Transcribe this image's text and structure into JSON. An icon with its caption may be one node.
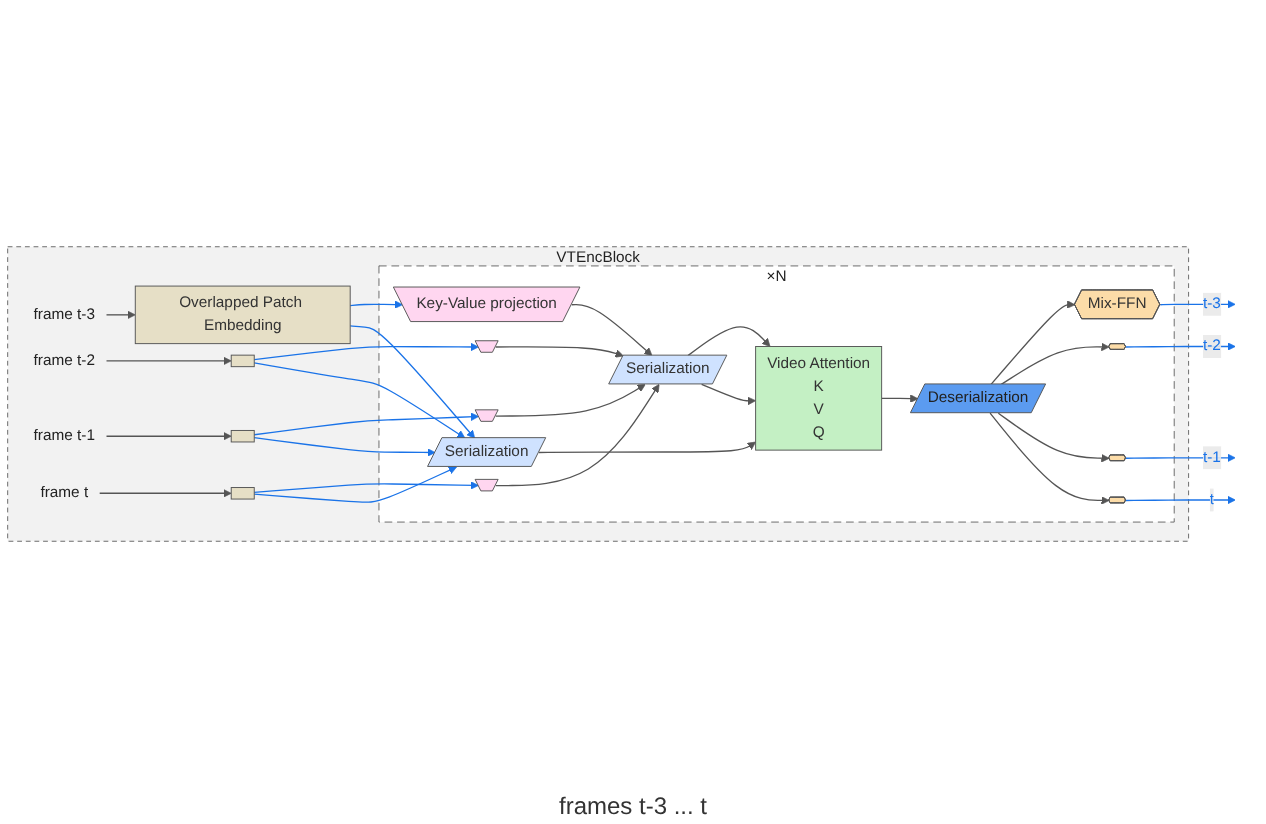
{
  "diagram": {
    "nodes": [
      {
        "text": [
          "VTEncBlock"
        ]
      },
      {
        "text": [
          "×N"
        ],
        "in": 0
      },
      {
        "text": [
          "frame t-3"
        ],
        "in": 0
      },
      {
        "text": [
          "Overlapped Patch Embedding"
        ],
        "in": 0
      },
      {
        "text": [
          "frame t-2"
        ],
        "in": 0
      },
      {
        "text": [],
        "shape": "box",
        "in": 0
      },
      {
        "text": [
          "frame t-1"
        ],
        "in": 0
      },
      {
        "text": [],
        "shape": "box",
        "in": 0
      },
      {
        "text": [
          "frame t"
        ],
        "in": 0
      },
      {
        "text": [],
        "shape": "box",
        "in": 0
      },
      {
        "text": [
          "Key-Value projection"
        ],
        "in": 1
      },
      {
        "text": [],
        "shape": "trapezoid",
        "in": 1
      },
      {
        "text": [],
        "shape": "trapezoid",
        "in": 1
      },
      {
        "text": [],
        "shape": "trapezoid",
        "in": 1
      },
      {
        "text": [
          "Serialization"
        ],
        "in": 1
      },
      {
        "text": [
          "Serialization"
        ],
        "in": 1
      },
      {
        "text": [
          "Video Attention",
          "K",
          "V",
          "Q"
        ],
        "in": 1
      },
      {
        "text": [
          "Deserialization"
        ],
        "in": 1
      },
      {
        "text": [
          "Mix-FFN"
        ],
        "in": 1
      },
      {
        "text": [],
        "shape": "hexagon",
        "in": 1
      },
      {
        "text": [],
        "shape": "hexagon",
        "in": 1
      },
      {
        "text": [],
        "shape": "hexagon",
        "in": 1
      }
    ],
    "edges": [
      {
        "from": 2,
        "to": 3,
        "arrow": "to"
      },
      {
        "from": 4,
        "to": 5,
        "arrow": "to"
      },
      {
        "from": 6,
        "to": 7,
        "arrow": "to"
      },
      {
        "from": 8,
        "to": 9,
        "arrow": "to"
      },
      {
        "from": 3,
        "to": 10,
        "arrow": "to",
        "color": "#1a73e8"
      },
      {
        "from": 5,
        "to": 11,
        "arrow": "to",
        "color": "#1a73e8"
      },
      {
        "from": 7,
        "to": 12,
        "arrow": "to",
        "color": "#1a73e8"
      },
      {
        "from": 9,
        "to": 13,
        "arrow": "to",
        "color": "#1a73e8"
      },
      {
        "from": 3,
        "to": 15,
        "arrow": "to",
        "color": "#1a73e8"
      },
      {
        "from": 5,
        "to": 15,
        "arrow": "to",
        "color": "#1a73e8"
      },
      {
        "from": 7,
        "to": 15,
        "arrow": "to",
        "color": "#1a73e8"
      },
      {
        "from": 9,
        "to": 15,
        "arrow": "to",
        "color": "#1a73e8"
      },
      {
        "from": 10,
        "to": 14,
        "arrow": "to"
      },
      {
        "from": 11,
        "to": 14,
        "arrow": "to"
      },
      {
        "from": 12,
        "to": 14,
        "arrow": "to"
      },
      {
        "from": 13,
        "to": 14,
        "arrow": "to"
      },
      {
        "from": 14,
        "to": 16,
        "arrow": "to"
      },
      {
        "from": 14,
        "to": 16,
        "arrow": "to"
      },
      {
        "from": 15,
        "to": 16,
        "arrow": "to"
      },
      {
        "from": 16,
        "to": 17,
        "arrow": "to"
      },
      {
        "from": 17,
        "to": 18,
        "arrow": "to"
      },
      {
        "from": 17,
        "to": 19,
        "arrow": "to"
      },
      {
        "from": 17,
        "to": 20,
        "arrow": "to"
      },
      {
        "from": 17,
        "to": 21,
        "arrow": "to"
      },
      {
        "from": 18,
        "to": null,
        "label": "t-3",
        "arrow": "to",
        "color": "#1a73e8"
      },
      {
        "from": 19,
        "to": null,
        "label": "t-2",
        "arrow": "to",
        "color": "#1a73e8"
      },
      {
        "from": 20,
        "to": null,
        "label": "t-1",
        "arrow": "to",
        "color": "#1a73e8"
      },
      {
        "from": 21,
        "to": null,
        "label": "t",
        "arrow": "to",
        "color": "#1a73e8"
      }
    ],
    "labels": [
      "frames t-3 ... t"
    ]
  }
}
